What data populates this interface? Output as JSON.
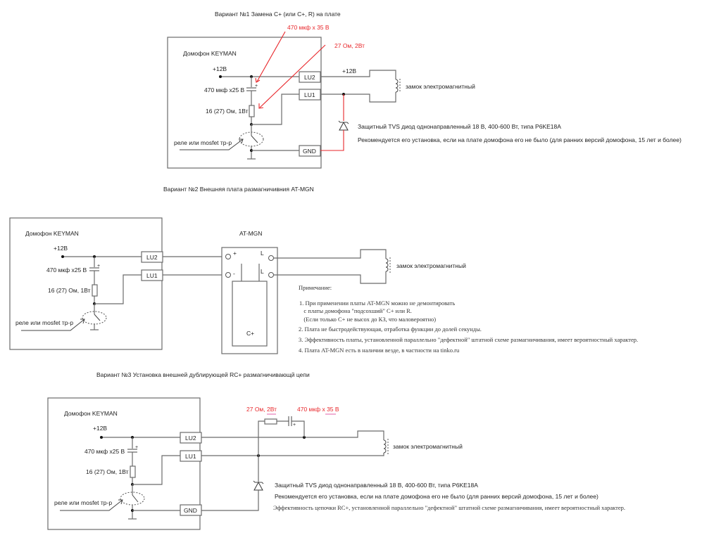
{
  "variant1": {
    "title": "Вариант №1 Замена С+ (или С+, R) на плате",
    "board_title": "Домофон KEYMAN",
    "v12_label": "+12В",
    "cap_label": "470 мкф х25 В",
    "res_label": "16 (27) Ом, 1Вт",
    "switch_label": "реле или mosfet тр-р",
    "terminals": [
      "LU2",
      "LU1",
      "GND"
    ],
    "out_v12_label": "+12В",
    "lock_label": "замок электромагнитный",
    "red_cap_label": "470 мкф х 35 В",
    "red_res_label": "27 Ом, 2Вт",
    "tvs_note": "Защитный TVS диод однонаправленный 18 В, 400-600 Вт, типа P6KE18A",
    "tvs_recommend": "Рекомендуется его установка,  если на плате домофона его не было (для ранних версий домофона, 15 лет и более)",
    "accent_color": "#e8262a"
  },
  "variant2": {
    "title": "Вариант №2 Внешняя плата размагничивния AT-MGN",
    "board_title": "Домофон KEYMAN",
    "v12_label": "+12В",
    "cap_label": "470 мкф х25 В",
    "res_label": "16 (27) Ом, 1Вт",
    "switch_label": "реле или mosfet тр-р",
    "terminals": [
      "LU2",
      "LU1"
    ],
    "module_title": "AT-MGN",
    "module_pins": [
      "+",
      "-",
      "L",
      "L"
    ],
    "module_cap": "C+",
    "lock_label": "замок электромагнитный",
    "notes_title": "Примечание:",
    "notes": [
      "1. При применении платы AT-MGN можно не демонтировать",
      "   с платы домофона \"подсохший\" С+ или R.",
      "   (Если только С+ не высох до КЗ, что маловероятно)",
      "2. Плата не быстродействующая, отработка функции до долей секунды.",
      "3. Эффективность платы, установленной параллельно \"дефектной\" штатной схеме размагничивания, имеет вероятностный характер.",
      "4. Плата AT-MGN есть в наличии везде, в частности на tinko.ru"
    ]
  },
  "variant3": {
    "title": "Вариант №3 Установка внешней дублирующей RC+ размагничивающй цепи",
    "board_title": "Домофон KEYMAN",
    "v12_label": "+12В",
    "cap_label": "470 мкф х25 В",
    "res_label": "16 (27) Ом, 1Вт",
    "switch_label": "реле или mosfet тр-р",
    "terminals": [
      "LU2",
      "LU1",
      "GND"
    ],
    "red_res_label": "27 Ом, 2Вт",
    "red_cap_label": "470 мкф х 35 В",
    "lock_label": "замок электромагнитный",
    "tvs_note": "Защитный TVS диод однонаправленный 18 В, 400-600 Вт, типа P6KE18A",
    "tvs_recommend": "Рекомендуется его установка,  если на плате домофона его не было (для ранних версий домофона, 15 лет и более)",
    "rc_note": "Эффективность цепочки RC+, установленной параллельно \"дефектной\" штатной схеме размагничивания, имеет вероятностный характер."
  }
}
